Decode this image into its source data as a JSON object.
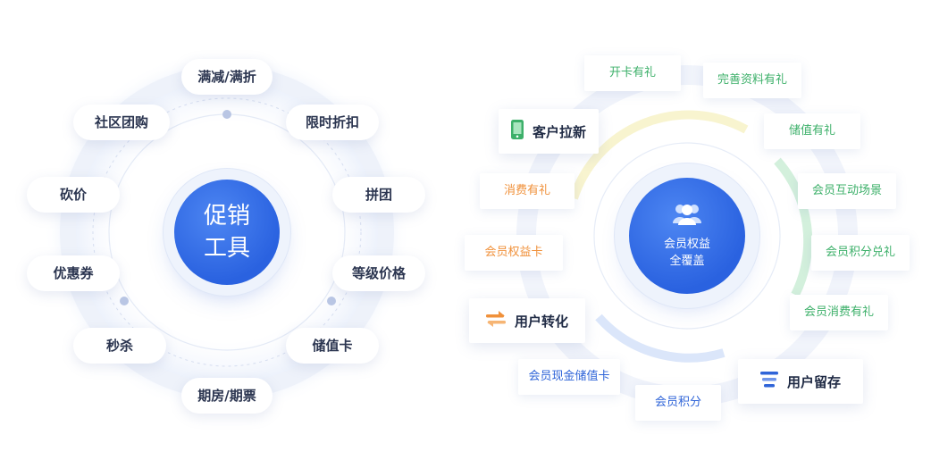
{
  "left_diagram": {
    "center_line1": "促销",
    "center_line2": "工具",
    "items": [
      "满减/满折",
      "限时折扣",
      "拼团",
      "等级价格",
      "储值卡",
      "期房/期票",
      "秒杀",
      "优惠券",
      "砍价",
      "社区团购"
    ]
  },
  "right_diagram": {
    "center_line1": "会员权益",
    "center_line2": "全覆盖",
    "center_icon": "people-icon",
    "cards": [
      {
        "label": "客户拉新",
        "icon": "phone-icon",
        "color": "#3db06a"
      },
      {
        "label": "用户转化",
        "icon": "exchange-icon",
        "color": "#f0913b"
      },
      {
        "label": "用户留存",
        "icon": "stack-lines-icon",
        "color": "#2f64d8"
      }
    ],
    "tags": {
      "green": [
        "开卡有礼",
        "完善资料有礼",
        "储值有礼",
        "会员互动场景",
        "会员积分兑礼",
        "会员消费有礼"
      ],
      "orange": [
        "消费有礼",
        "会员权益卡"
      ],
      "blue": [
        "会员现金储值卡",
        "会员积分"
      ]
    },
    "colors": {
      "green": "#3db06a",
      "orange": "#f0913b",
      "blue": "#2f64d8",
      "center": "#2a62e0"
    }
  }
}
